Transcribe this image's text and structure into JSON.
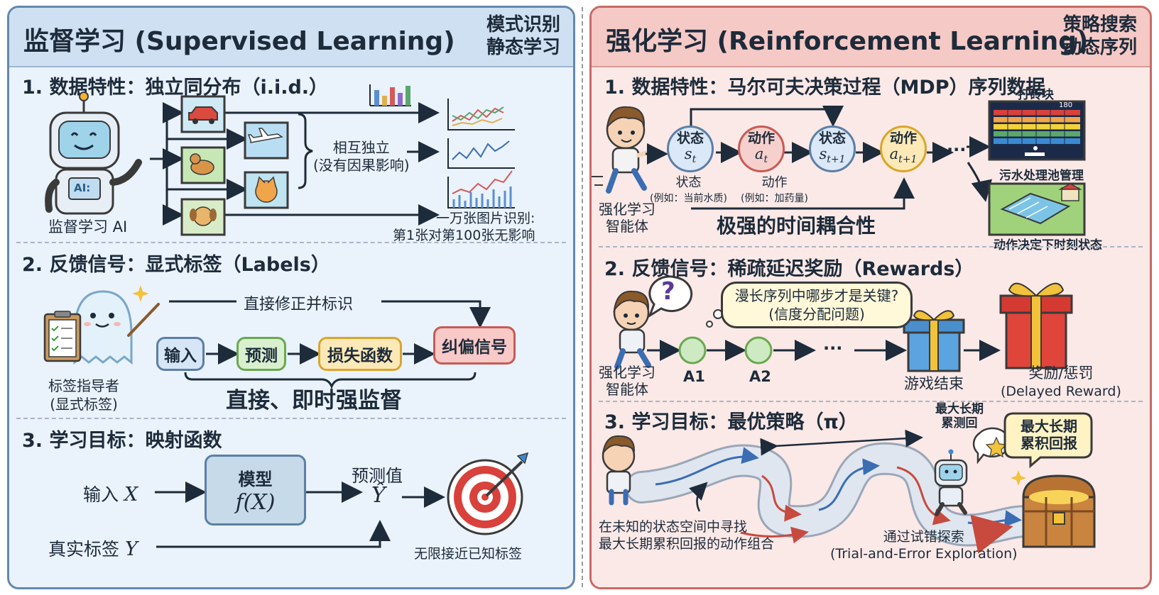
{
  "left": {
    "title": "监督学习 (Supervised Learning)",
    "header_note": [
      "模式识别",
      "静态学习"
    ],
    "sec1": {
      "title": "1. 数据特性：独立同分布（i.i.d.）",
      "agent_label": "监督学习 AI",
      "robot_badge": "AI:",
      "independent": [
        "相互独立",
        "(没有因果影响)"
      ],
      "note": [
        "一万张图片识别:",
        "第1张对第100张无影响"
      ]
    },
    "sec2": {
      "title": "2. 反馈信号：显式标签（Labels）",
      "top_label": "直接修正并标识",
      "flow": [
        "输入",
        "预测",
        "损失函数",
        "纠偏信号"
      ],
      "bottom_label": "直接、即时强监督",
      "agent_label": [
        "标签指导者",
        "(显式标签)"
      ]
    },
    "sec3": {
      "title": "3. 学习目标：映射函数",
      "input_label": "输入",
      "input_var": "X",
      "model_title": "模型",
      "model_func": "f(X)",
      "pred_label": "预测值",
      "pred_var": "Ŷ",
      "true_label": "真实标签",
      "true_var": "Y",
      "goal": "无限接近已知标签"
    }
  },
  "right": {
    "title": "强化学习 (Reinforcement Learning)",
    "header_note": [
      "策略搜索",
      "动态序列"
    ],
    "sec1": {
      "title": "1. 数据特性：马尔可夫决策过程（MDP）序列数据",
      "agent_label": [
        "强化学习",
        "智能体"
      ],
      "nodes": [
        {
          "label": "状态",
          "sym": "s",
          "sub": "t"
        },
        {
          "label": "动作",
          "sym": "a",
          "sub": "t"
        },
        {
          "label": "状态",
          "sym": "s",
          "sub": "t+1"
        },
        {
          "label": "动作",
          "sym": "a",
          "sub": "t+1"
        }
      ],
      "ellipsis": "···",
      "state_caption": [
        "状态",
        "(例如：当前水质)"
      ],
      "action_caption": [
        "动作",
        "(例如：加药量)"
      ],
      "coupling": "极强的时间耦合性",
      "game_label": "打砖块",
      "game_score": "180",
      "plant_label": "污水处理池管理",
      "plant_note": "动作决定下时刻状态"
    },
    "sec2": {
      "title": "2. 反馈信号：稀疏延迟奖励（Rewards）",
      "question_mark": "?",
      "thought": [
        "漫长序列中哪步才是关键?",
        "(信度分配问题)"
      ],
      "agent_label": [
        "强化学习",
        "智能体"
      ],
      "steps": [
        "A1",
        "A2"
      ],
      "ellipsis": "···",
      "game_end": "游戏结束",
      "reward": [
        "奖励/惩罚",
        "(Delayed Reward)"
      ]
    },
    "sec3": {
      "title": "3. 学习目标：最优策略（π）",
      "bubble_small": [
        "最大长期",
        "累测回"
      ],
      "bubble_big": [
        "最大长期",
        "累积回报"
      ],
      "left_note": [
        "在未知的状态空间中寻找",
        "最大长期累积回报的动作组合"
      ],
      "bottom_note": [
        "通过试错探索",
        "(Trial-and-Error Exploration)"
      ]
    }
  },
  "colors": {
    "left_bg": "#eaf2fb",
    "right_bg": "#fbe9e7",
    "input_box": "#d6e6f7",
    "pred_box": "#d9f0cf",
    "loss_box": "#fde9b8",
    "signal_box": "#f8c9c6",
    "state_circle": "#dbe8f7",
    "action_circle": "#f6d0cd",
    "action2_circle": "#fde9b8",
    "step_circle": "#cdeac3"
  },
  "icons": [
    "robot-icon",
    "car-icon",
    "airplane-icon",
    "dog-icon",
    "cat-icon",
    "puppy-icon",
    "bar-chart-icon",
    "line-chart-icon",
    "ghost-icon",
    "clipboard-icon",
    "target-icon",
    "boy-icon",
    "brick-game-icon",
    "water-plant-icon",
    "gift-icon",
    "treasure-chest-icon",
    "star-icon",
    "road-icon"
  ]
}
